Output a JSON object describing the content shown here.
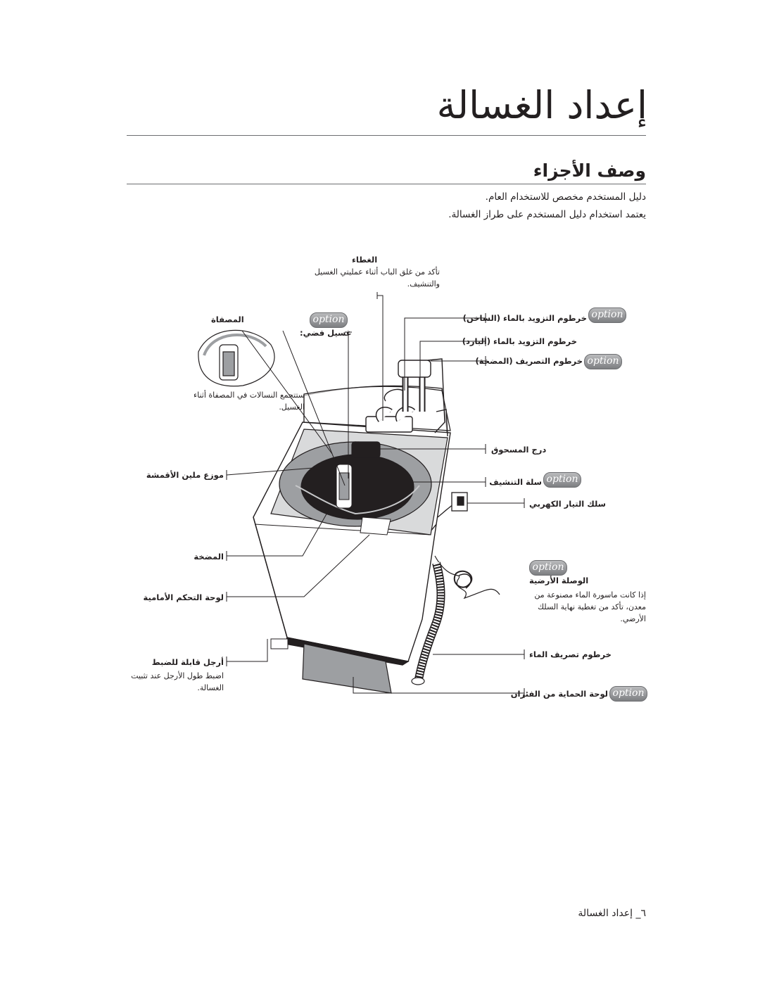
{
  "page": {
    "title": "إعداد الغسالة",
    "section_heading": "وصف الأجزاء",
    "intro_line_1": "دليل المستخدم مخصص للاستخدام العام.",
    "intro_line_2": "يعتمد استخدام دليل المستخدم على طراز الغسالة.",
    "footer": "٦_ إعداد الغسالة"
  },
  "badge_text": "option",
  "labels": {
    "lid_title": "الغطاء",
    "lid_desc_1": "تأكد من غلق الباب أثناء عمليتي الغسيل",
    "lid_desc_2": "والتنشيف.",
    "filter_title": "المصفاة",
    "soft_wash": "غسيل فضي:",
    "filter_desc_1": "ستتجمع النسالات في المصفاة أثناء",
    "filter_desc_2": "الغسيل.",
    "fabric_softener": "موزع ملين الأقمشة",
    "pump": "المضخة",
    "control_panel": "لوحة التحكم الأمامية",
    "leveling_foot_title": "أرجل قابلة للضبط",
    "leveling_foot_desc_1": "اضبط طول الأرجل عند تثبيت",
    "leveling_foot_desc_2": "الغسالة.",
    "hot_hose": "خرطوم التزويد بالماء (الساخن)",
    "cold_hose": "خرطوم التزويد بالماء (البارد)",
    "drain_pump_hose": "خرطوم التصريف (المضخة)",
    "detergent_drawer": "درج المسحوق",
    "drying_basket": "سلة التنشيف",
    "power_cord": "سلك التيار الكهربي",
    "ground_title": "الوصلة الأرضية",
    "ground_desc_1": "إذا كانت ماسورة الماء مصنوعة من",
    "ground_desc_2": "معدن، تأكد من تغطية نهاية السلك",
    "ground_desc_3": "الأرضي.",
    "drain_hose": "خرطوم تصريف الماء",
    "rodent_panel": "لوحة الحماية من الفئران"
  }
}
